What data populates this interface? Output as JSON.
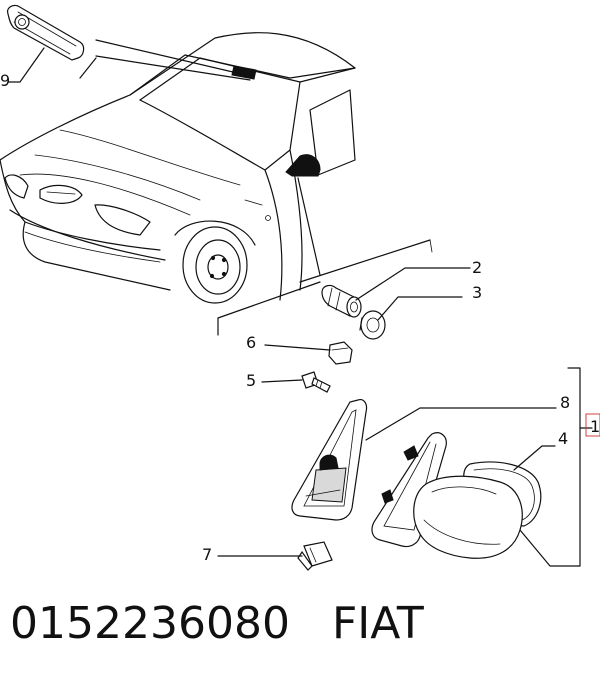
{
  "callouts": {
    "c1": "1",
    "c2": "2",
    "c3": "3",
    "c4": "4",
    "c5": "5",
    "c6": "6",
    "c7": "7",
    "c8": "8",
    "c9": "9"
  },
  "caption": {
    "part_number": "0152236080",
    "brand": "FIAT"
  },
  "colors": {
    "line": "#111111",
    "callout_box": "#d04040"
  }
}
